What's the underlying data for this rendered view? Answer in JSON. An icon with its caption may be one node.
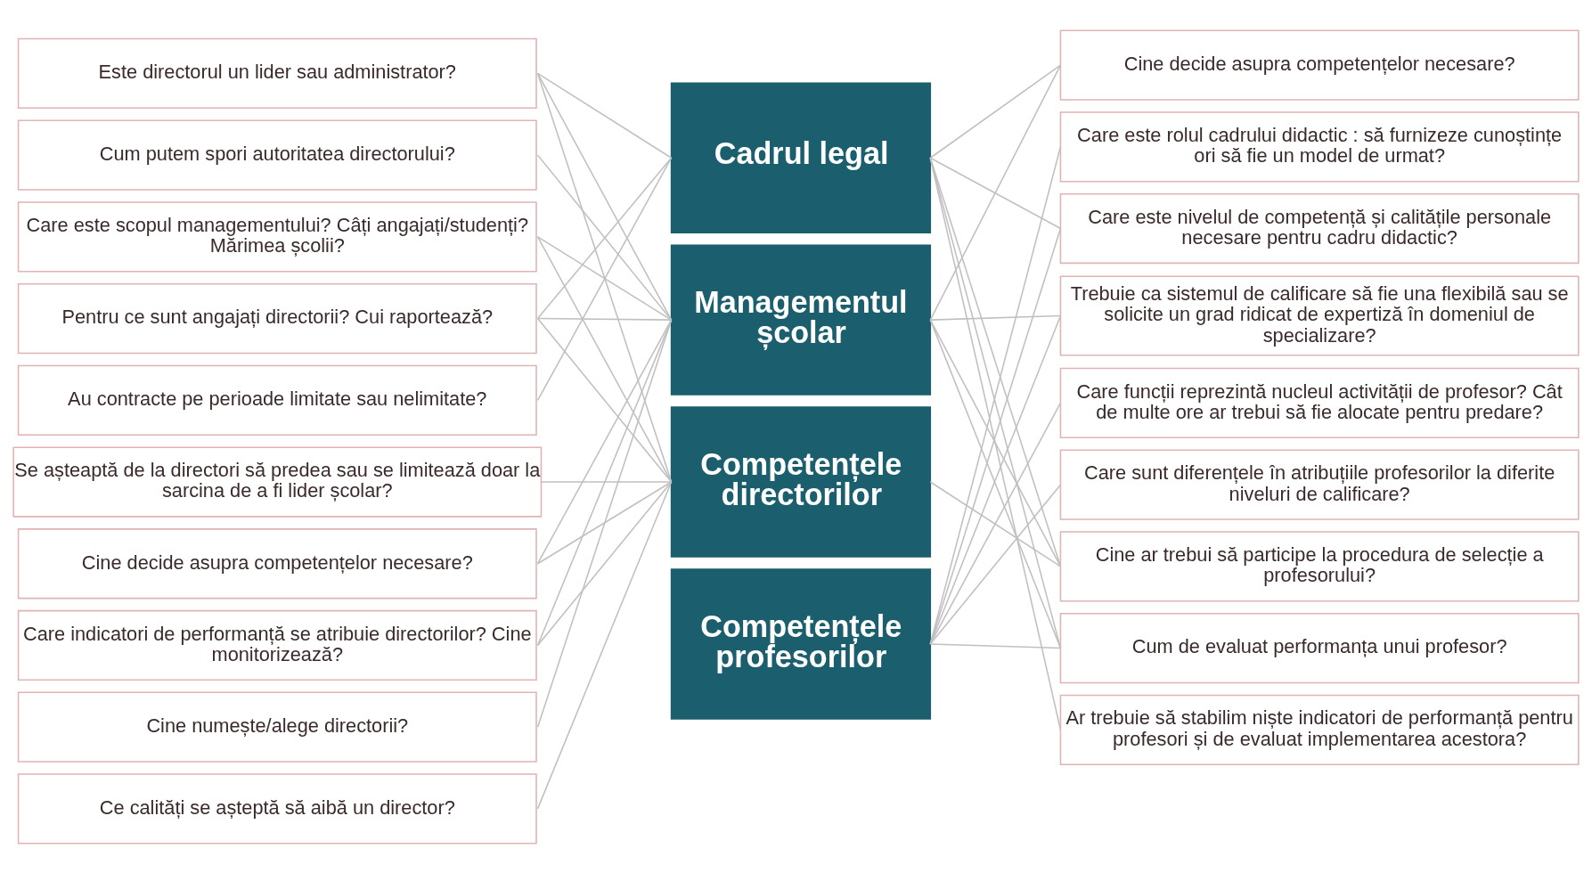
{
  "diagram": {
    "nodes": [
      {
        "text": [
          "Este directorul un lider sau administrator?"
        ]
      },
      {
        "text": [
          "Cum putem spori autoritatea directorului?"
        ]
      },
      {
        "text": [
          "Care este scopul managementului? Câți angajați/studenți? Mărimea școlii?"
        ]
      },
      {
        "text": [
          "Pentru ce sunt angajați directorii? Cui raportează?"
        ]
      },
      {
        "text": [
          "Au contracte pe perioade limitate sau nelimitate?"
        ]
      },
      {
        "text": [
          "Se așteaptă de la directori să predea sau se limitează doar la sarcina de a fi lider școlar?"
        ]
      },
      {
        "text": [
          "Cine decide asupra competențelor necesare?"
        ]
      },
      {
        "text": [
          "Care indicatori de performanță se atribuie directorilor? Cine monitorizează?"
        ]
      },
      {
        "text": [
          "Cine numește/alege directorii?"
        ]
      },
      {
        "text": [
          "Ce calități se așteptă să aibă un director?"
        ]
      },
      {
        "text": [
          "Cadrul legal"
        ]
      },
      {
        "text": [
          "Managementul școlar"
        ]
      },
      {
        "text": [
          "Competențele directorilor"
        ]
      },
      {
        "text": [
          "Competențele profesorilor"
        ]
      },
      {
        "text": [
          "Cine decide asupra competențelor necesare?"
        ]
      },
      {
        "text": [
          "Care este rolul cadrului didactic : să furnizeze cunoștințe ori să fie un model de urmat?"
        ]
      },
      {
        "text": [
          "Care este nivelul de competență și calitățile personale necesare pentru cadru didactic?"
        ]
      },
      {
        "text": [
          "Trebuie ca sistemul de calificare să fie una flexibilă sau se solicite un grad ridicat de expertiză în domeniul de specializare?"
        ]
      },
      {
        "text": [
          "Care funcții reprezintă nucleul activității de profesor? Cât de multe ore ar trebui să fie alocate pentru predare?"
        ]
      },
      {
        "text": [
          "Care sunt diferențele în atribuțiile profesorilor la diferite niveluri de calificare?"
        ]
      },
      {
        "text": [
          "Cine ar trebui să participe la procedura de selecție a profesorului?"
        ]
      },
      {
        "text": [
          "Cum de evaluat performanța unui profesor?"
        ]
      },
      {
        "text": [
          "Ar trebuie să stabilim niște indicatori de performanță pentru profesori și de evaluat implementarea acestora?"
        ]
      }
    ],
    "edges": [
      {
        "from": 0,
        "to": 10,
        "arrow": "none"
      },
      {
        "from": 0,
        "to": 11,
        "arrow": "none"
      },
      {
        "from": 0,
        "to": 12,
        "arrow": "none"
      },
      {
        "from": 1,
        "to": 11,
        "arrow": "none"
      },
      {
        "from": 2,
        "to": 11,
        "arrow": "none"
      },
      {
        "from": 2,
        "to": 12,
        "arrow": "none"
      },
      {
        "from": 3,
        "to": 10,
        "arrow": "none"
      },
      {
        "from": 3,
        "to": 11,
        "arrow": "none"
      },
      {
        "from": 3,
        "to": 12,
        "arrow": "none"
      },
      {
        "from": 4,
        "to": 10,
        "arrow": "none"
      },
      {
        "from": 5,
        "to": 12,
        "arrow": "none"
      },
      {
        "from": 6,
        "to": 11,
        "arrow": "none"
      },
      {
        "from": 6,
        "to": 12,
        "arrow": "none"
      },
      {
        "from": 7,
        "to": 11,
        "arrow": "none"
      },
      {
        "from": 7,
        "to": 12,
        "arrow": "none"
      },
      {
        "from": 8,
        "to": 11,
        "arrow": "none"
      },
      {
        "from": 9,
        "to": 12,
        "arrow": "none"
      },
      {
        "from": 10,
        "to": 14,
        "arrow": "none"
      },
      {
        "from": 10,
        "to": 16,
        "arrow": "none"
      },
      {
        "from": 10,
        "to": 20,
        "arrow": "none"
      },
      {
        "from": 10,
        "to": 21,
        "arrow": "none"
      },
      {
        "from": 10,
        "to": 22,
        "arrow": "none"
      },
      {
        "from": 11,
        "to": 14,
        "arrow": "none"
      },
      {
        "from": 11,
        "to": 17,
        "arrow": "none"
      },
      {
        "from": 11,
        "to": 20,
        "arrow": "none"
      },
      {
        "from": 11,
        "to": 21,
        "arrow": "none"
      },
      {
        "from": 12,
        "to": 20,
        "arrow": "none"
      },
      {
        "from": 13,
        "to": 15,
        "arrow": "none"
      },
      {
        "from": 13,
        "to": 16,
        "arrow": "none"
      },
      {
        "from": 13,
        "to": 17,
        "arrow": "none"
      },
      {
        "from": 13,
        "to": 18,
        "arrow": "none"
      },
      {
        "from": 13,
        "to": 19,
        "arrow": "none"
      },
      {
        "from": 13,
        "to": 21,
        "arrow": "none"
      }
    ]
  }
}
